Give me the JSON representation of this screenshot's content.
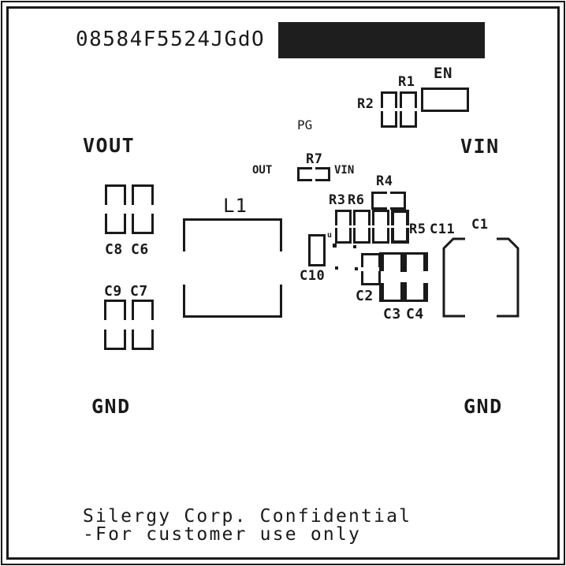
{
  "colors": {
    "silkscreen": "#1a1a1a",
    "background": "#ffffff",
    "redaction": "#1e1e1e"
  },
  "header": {
    "board_code": "08584F5524JGdO"
  },
  "terminals": {
    "vout": "VOUT",
    "vin": "VIN",
    "gnd_left": "GND",
    "gnd_right": "GND"
  },
  "signals": {
    "en": "EN",
    "pg": "PG",
    "out": "OUT",
    "vin_node": "VIN"
  },
  "components": {
    "r1": "R1",
    "r2": "R2",
    "r3": "R3",
    "r4": "R4",
    "r5": "R5",
    "r6": "R6",
    "r7": "R7",
    "c1": "C1",
    "c2": "C2",
    "c3": "C3",
    "c4": "C4",
    "c6": "C6",
    "c7": "C7",
    "c8": "C8",
    "c9": "C9",
    "c10": "C10",
    "c11": "C11",
    "l1": "L1",
    "u_mark": "u"
  },
  "footer": {
    "line1": "Silergy Corp. Confidential",
    "line2": "-For customer use only"
  }
}
